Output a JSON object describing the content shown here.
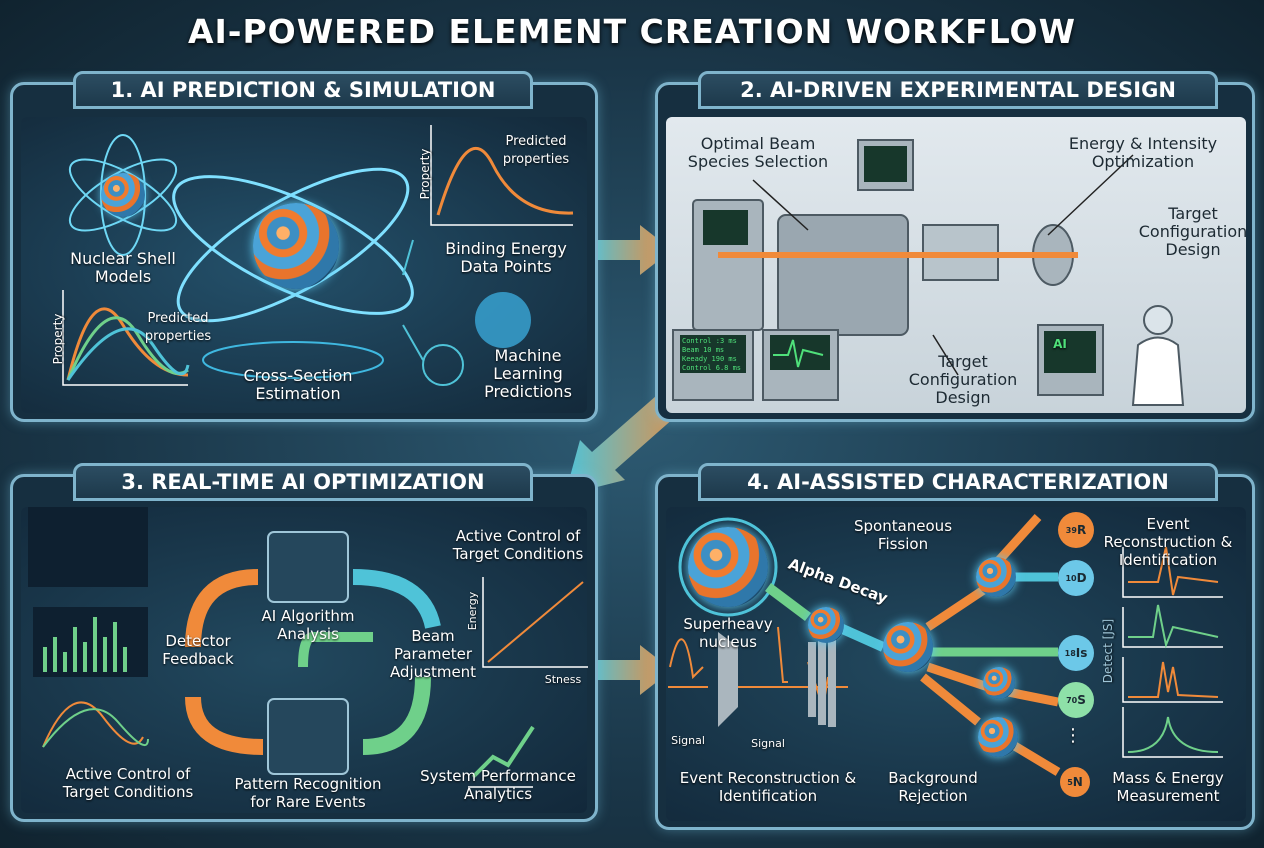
{
  "title": "AI-POWERED ELEMENT CREATION WORKFLOW",
  "colors": {
    "background": "#1a3648",
    "border": "#7fb4cc",
    "orange": "#f08a3a",
    "green": "#6fd08a",
    "teal": "#4fc3d8"
  },
  "panels": [
    {
      "title": "1. AI PREDICTION & SIMULATION",
      "labels": {
        "shell": "Nuclear Shell Models",
        "predicted_top": "Predicted properties",
        "property_axis_top": "Property",
        "binding": "Binding Energy Data Points",
        "predicted_bottom": "Predicted properties",
        "property_axis_bottom": "Property",
        "cross": "Cross-Section Estimation",
        "ml": "Machine Learning Predictions"
      }
    },
    {
      "title": "2. AI-DRIVEN EXPERIMENTAL DESIGN",
      "labels": {
        "beam": "Optimal Beam Species Selection",
        "energy": "Energy & Intensity Optimization",
        "target_right": "Target Configuration Design",
        "target_bottom": "Target Configuration Design",
        "ai_screen": "AI"
      },
      "console_rows": [
        [
          "Control",
          ":3 ms"
        ],
        [
          "Beam",
          "10 ms"
        ],
        [
          "Keeady",
          "190 ms"
        ],
        [
          "Control",
          "6.8 ms"
        ]
      ]
    },
    {
      "title": "3. REAL-TIME AI OPTIMIZATION",
      "labels": {
        "algo": "AI Algorithm Analysis",
        "active_top": "Active Control of Target Conditions",
        "detector": "Detector Feedback",
        "beam": "Beam Parameter Adjustment",
        "energy_axis": "Energy",
        "stress_axis": "Stness",
        "active_bottom": "Active Control of Target Conditions",
        "pattern": "Pattern Recognition for Rare Events",
        "perf": "System Performance Analytics"
      }
    },
    {
      "title": "4. AI-ASSISTED CHARACTERIZATION",
      "labels": {
        "superheavy": "Superheavy nucleus",
        "fission": "Spontaneous Fission",
        "alpha": "Alpha Decay",
        "event_top": "Event Reconstruction & Identification",
        "detect_axis": "Detect [JS]",
        "signal1": "Signal",
        "signal2": "Signal",
        "event_bottom": "Event Reconstruction & Identification",
        "background": "Background Rejection",
        "mass": "Mass & Energy Measurement"
      },
      "isotopes": [
        {
          "mass": "39",
          "sym": "R",
          "color": "#f08a3a"
        },
        {
          "mass": "10",
          "sym": "D",
          "color": "#6cc8e8"
        },
        {
          "mass": "18",
          "sym": "Is",
          "color": "#6cc8e8"
        },
        {
          "mass": "70",
          "sym": "S",
          "color": "#8ee0a8"
        },
        {
          "mass": "5",
          "sym": "N",
          "color": "#f08a3a"
        }
      ],
      "ellipsis": "⋮"
    }
  ]
}
